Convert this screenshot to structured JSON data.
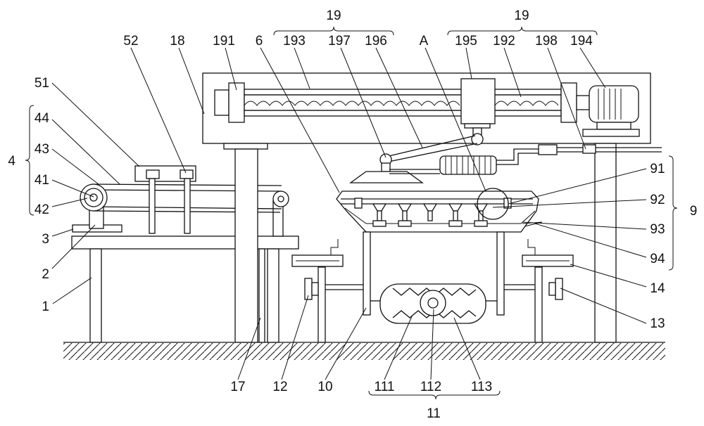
{
  "labels": {
    "l1": "1",
    "l2": "2",
    "l3": "3",
    "l4": "4",
    "l41": "41",
    "l42": "42",
    "l43": "43",
    "l44": "44",
    "l51": "51",
    "l52": "52",
    "l6": "6",
    "l9": "9",
    "l91": "91",
    "l92": "92",
    "l93": "93",
    "l94": "94",
    "l10": "10",
    "l11": "11",
    "l111": "111",
    "l112": "112",
    "l113": "113",
    "l12": "12",
    "l13": "13",
    "l14": "14",
    "l17": "17",
    "l18": "18",
    "l19a": "19",
    "l19b": "19",
    "l191": "191",
    "l192": "192",
    "l193": "193",
    "l194": "194",
    "l195": "195",
    "l196": "196",
    "l197": "197",
    "l198": "198",
    "lA": "A"
  }
}
